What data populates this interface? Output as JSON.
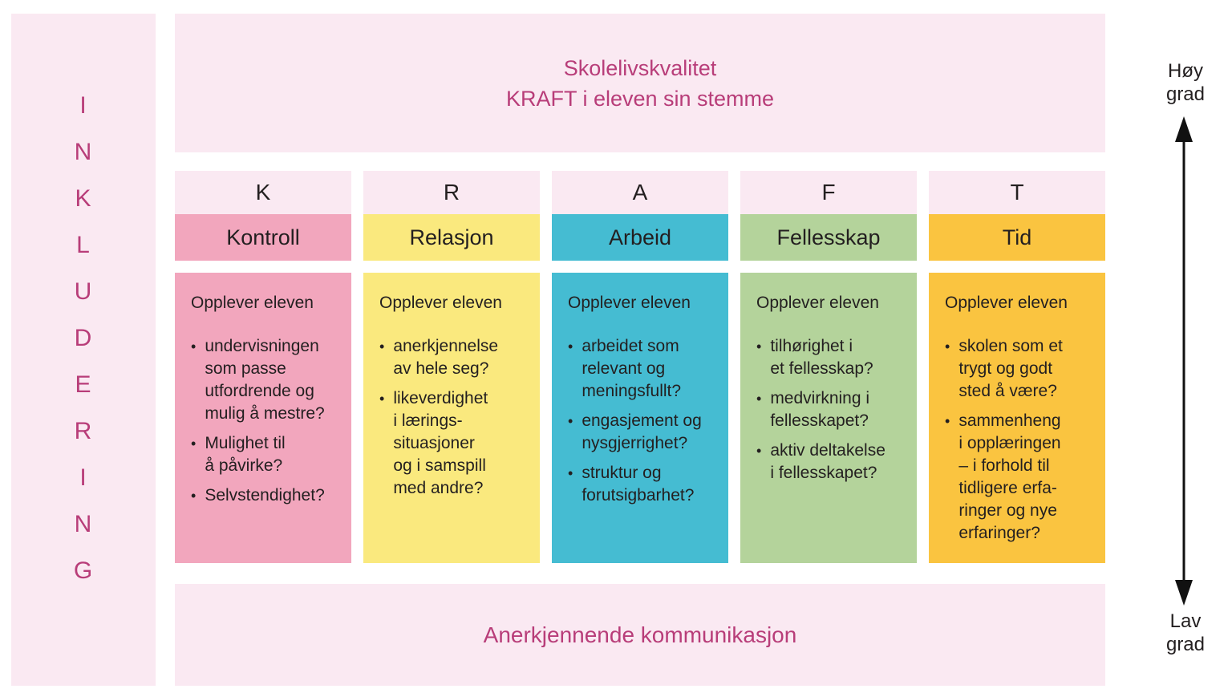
{
  "colors": {
    "accent": "#b83d79",
    "light_pink": "#fae9f2",
    "text": "#231f20",
    "arrow": "#111111"
  },
  "sidebar": {
    "word": "INKLUDERING",
    "letters": [
      "I",
      "N",
      "K",
      "L",
      "U",
      "D",
      "E",
      "R",
      "I",
      "N",
      "G"
    ]
  },
  "header": {
    "title_line1": "Skolelivskvalitet",
    "title_line2": "KRAFT i eleven sin stemme"
  },
  "columns": [
    {
      "letter": "K",
      "name": "Kontroll",
      "color": "#f2a6bd",
      "heading": "Opplever eleven",
      "bullets": [
        "undervisningen\nsom passe\nutfordrende og\nmulig å mestre?",
        "Mulighet til\nå påvirke?",
        "Selvstendighet?"
      ]
    },
    {
      "letter": "R",
      "name": "Relasjon",
      "color": "#fae97e",
      "heading": "Opplever eleven",
      "bullets": [
        "anerkjennelse\nav hele seg?",
        "likeverdighet\ni lærings-\nsituasjoner\nog i samspill\nmed andre?"
      ]
    },
    {
      "letter": "A",
      "name": "Arbeid",
      "color": "#45bcd2",
      "heading": "Opplever eleven",
      "bullets": [
        "arbeidet som\nrelevant og\nmeningsfullt?",
        "engasjement og\nnysgjerrighet?",
        "struktur og\nforutsigbarhet?"
      ]
    },
    {
      "letter": "F",
      "name": "Fellesskap",
      "color": "#b4d39b",
      "heading": "Opplever eleven",
      "bullets": [
        "tilhørighet i\net fellesskap?",
        "medvirkning i\nfellesskapet?",
        "aktiv deltakelse\ni fellesskapet?"
      ]
    },
    {
      "letter": "T",
      "name": "Tid",
      "color": "#fac440",
      "heading": "Opplever eleven",
      "bullets": [
        "skolen som et\ntrygt og godt\nsted å være?",
        "sammenheng\ni opplæringen\n– i forhold til\ntidligere erfa-\nringer og nye\nerfaringer?"
      ]
    }
  ],
  "footer": {
    "banner": "Anerkjennende kommunikasjon"
  },
  "axis": {
    "top_label": "Høy\ngrad",
    "bottom_label": "Lav\ngrad"
  }
}
